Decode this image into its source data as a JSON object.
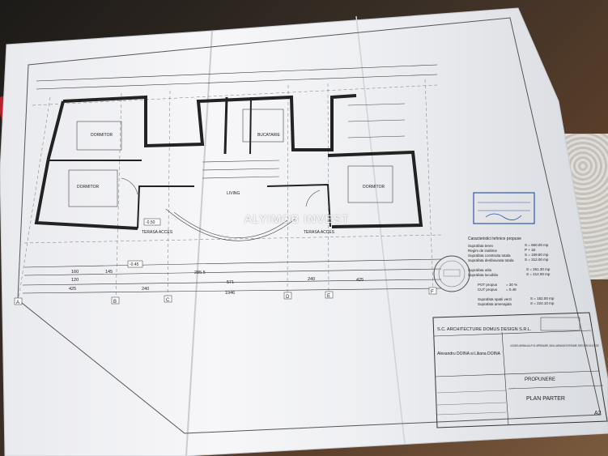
{
  "watermark": "ALYIMOB INVEST",
  "rooms": {
    "dormitor_1": "DORMITOR",
    "dormitor_2": "DORMITOR",
    "bucatarie": "BUCATARIE",
    "living": "LIVING",
    "dormitor_3": "DORMITOR",
    "terasa_1": "TERASA ACCES",
    "terasa_2": "TERASA ACCES"
  },
  "dimensions": {
    "d1": "160",
    "d2": "120",
    "d3": "425",
    "d4": "145",
    "d5": "240",
    "d6": "571",
    "d7": "285.5",
    "d8": "1946",
    "d9": "240",
    "d10": "425"
  },
  "axis_labels": [
    "A",
    "B",
    "C",
    "D",
    "E",
    "F"
  ],
  "levels": {
    "l1": "-0.50",
    "l2": "-0.45"
  },
  "area_table": {
    "heading": "Caracteristici tehnice propuse",
    "rows": [
      {
        "label": "Suprafata teren",
        "value": "S = 660.00 mp"
      },
      {
        "label": "Regim de inaltime",
        "value": "P + 1E"
      },
      {
        "label": "Suprafata construita totala",
        "value": "S = 159.80 mp"
      },
      {
        "label": "Suprafata desfasurata totala",
        "value": "S = 312.00 mp"
      },
      {
        "label": "Suprafata utila",
        "value": "S = 261.30 mp"
      },
      {
        "label": "Suprafata locuibila",
        "value": "S = 212.00 mp"
      },
      {
        "label": "POT propus",
        "value": "= 30 %"
      },
      {
        "label": "CUT propus",
        "value": "= 0.48"
      },
      {
        "label": "Suprafata spatii verzi",
        "value": "S = 152.00 mp"
      },
      {
        "label": "Suprafata amenajata",
        "value": "S = 224.10 mp"
      }
    ]
  },
  "title_block": {
    "company": "S.C. ARCHITECTURE DOMUS DESIGN S.R.L.",
    "beneficiar": "Alexandru DOINA si Liliana DOINA",
    "project": "LOCUINTA UNIFAMILIALA P+1E, IMPREJMUIRE, GARAJ, AMENAJARI EXTERIOARE, SPATII VERZI SI UTILITATI",
    "phase": "PROPUNERE",
    "drawing": "PLAN PARTER",
    "sheet": "A2"
  }
}
